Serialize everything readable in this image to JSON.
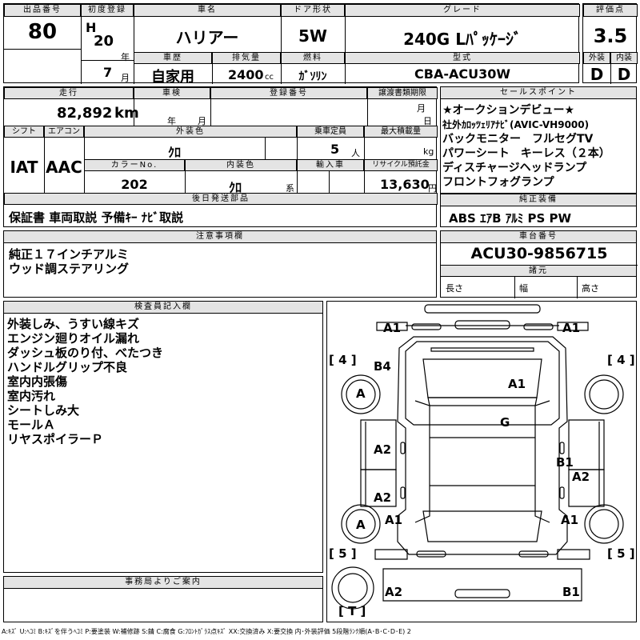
{
  "lot": {
    "label": "出品番号",
    "value": "80"
  },
  "first_reg": {
    "label": "初度登録",
    "era": "H",
    "year": "20",
    "year_unit": "年",
    "month": "7",
    "month_unit": "月"
  },
  "car_name": {
    "label": "車名",
    "value": "ハリアー"
  },
  "door": {
    "label": "ドア形状",
    "value": "5W"
  },
  "grade": {
    "label": "グレード",
    "value": "240G Lﾊﾟｯｹｰｼﾞ"
  },
  "score": {
    "label": "評価点",
    "value": "3.5",
    "ext_label": "外装",
    "ext": "D",
    "int_label": "内装",
    "int": "D"
  },
  "history": {
    "label": "車歴",
    "value": "自家用"
  },
  "displacement": {
    "label": "排気量",
    "value": "2400",
    "unit": "cc"
  },
  "fuel": {
    "label": "燃料",
    "value": "ｶﾞｿﾘﾝ"
  },
  "model": {
    "label": "型式",
    "value": "CBA-ACU30W"
  },
  "mileage": {
    "label": "走行",
    "value": "82,892",
    "unit": "km"
  },
  "inspection": {
    "label": "車検",
    "year_unit": "年",
    "month_unit": "月"
  },
  "reg_no": {
    "label": "登録番号"
  },
  "transfer": {
    "label": "譲渡書類期限",
    "month_unit": "月",
    "day_unit": "日"
  },
  "shift": {
    "label": "シフト",
    "value": "IAT"
  },
  "ac": {
    "label": "エアコン",
    "value": "AAC"
  },
  "color": {
    "label": "外装色",
    "value": "ｸﾛ"
  },
  "capacity": {
    "label": "乗車定員",
    "value": "5",
    "unit": "人"
  },
  "load": {
    "label": "最大積載量",
    "unit": "kg"
  },
  "color_no": {
    "label": "カラーNo.",
    "value": "202"
  },
  "interior_color": {
    "label": "内装色",
    "value": "ｸﾛ",
    "unit": "系"
  },
  "import": {
    "label": "輸入車"
  },
  "recycle": {
    "label": "リサイクル預託金",
    "value": "13,630",
    "unit": "円"
  },
  "later": {
    "label": "後日発送部品",
    "value": "保証書 車両取説 予備ｷｰ ﾅﾋﾞ取説"
  },
  "sales": {
    "label": "セールスポイント",
    "items": [
      "★オークションデビュー★",
      "社外ｶﾛｯﾂｪﾘｱﾅﾋﾞ(AVIC-VH9000)",
      "バックモニター　フルセグTV",
      "パワーシート　キーレス（２本）",
      "ディスチャージヘッドランプ",
      "フロントフォグランプ"
    ]
  },
  "equipment": {
    "label": "純正装備",
    "value": "ABS ｴｱB ｱﾙﾐ PS PW"
  },
  "notes": {
    "label": "注意事項欄",
    "items": [
      "純正１７インチアルミ",
      "ウッド調ステアリング"
    ]
  },
  "chassis": {
    "label": "車台番号",
    "value": "ACU30-9856715"
  },
  "dims": {
    "label": "諸元",
    "length": "長さ",
    "width": "幅",
    "height": "高さ"
  },
  "inspector": {
    "label": "検査員記入欄",
    "items": [
      "外装しみ、うすい線キズ",
      "エンジン廻りオイル漏れ",
      "ダッシュ板のり付、べたつき",
      "ハンドルグリップ不良",
      "室内内張傷",
      "室内汚れ",
      "シートしみ大",
      "モールＡ",
      "リヤスポイラーＰ"
    ]
  },
  "office": {
    "label": "事務局よりご案内"
  },
  "diagram": {
    "tire_fl": "[ 4 ]",
    "tire_fr": "[ 4 ]",
    "tire_rl": "[ 5 ]",
    "tire_rr": "[ 5 ]",
    "spare": "[ T ]",
    "marks": {
      "front_bumper_l": "A1",
      "front_bumper_r": "A1",
      "fender_fl": "B4",
      "wheel_fl": "A",
      "hood": "A1",
      "roof": "G",
      "door_fl": "A2",
      "door_rl": "A2",
      "door_fr": "B1",
      "door_rr": "A2",
      "wheel_rl": "A",
      "rear_fender_l": "A1",
      "rear_fender_r": "A1",
      "rear_bumper_l": "A2",
      "rear_bumper_r": "B1"
    }
  },
  "legend": "A:ｷｽﾞ U:ﾍｺﾐ B:ｷｽﾞを伴うﾍｺﾐ P:要塗装 W:補修跡 S:錆 C:腐食 G:ﾌﾛﾝﾄｶﾞﾗｽ点ｷｽﾞ XX:交換済み X:要交換 内･外装評価 5段階ﾗﾝｸ順(A･B･C･D･E) 2"
}
